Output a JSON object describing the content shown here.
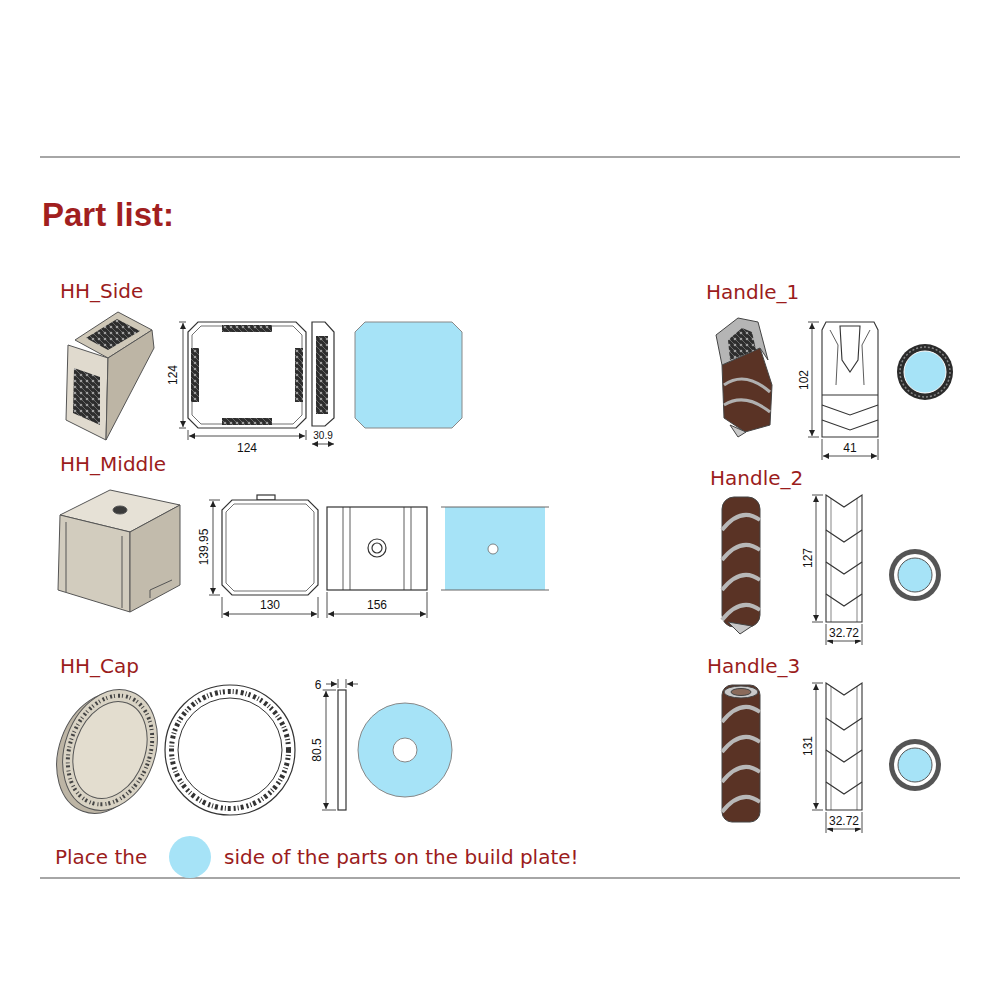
{
  "diagram": {
    "title": "Part list:",
    "labels": [
      "HH_Side",
      "124",
      "124",
      "30.9",
      "HH_Middle",
      "139.95",
      "130",
      "156",
      "HH_Cap",
      "6",
      "80.5",
      "Place the",
      "side of the parts on the build plate!",
      "Handle_1",
      "102",
      "41",
      "Handle_2",
      "127",
      "32.72",
      "Handle_3",
      "131",
      "32.72"
    ]
  }
}
